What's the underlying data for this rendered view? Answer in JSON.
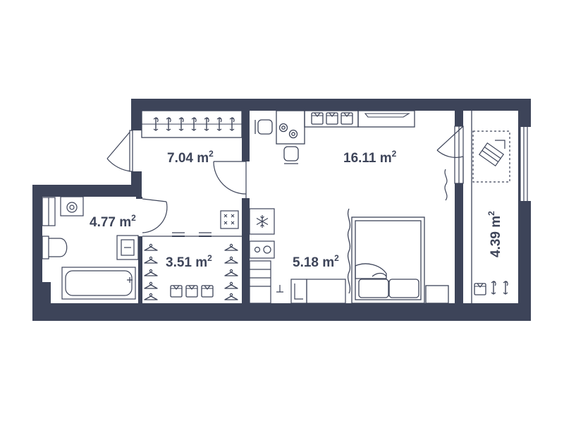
{
  "colors": {
    "wall": "#3d4459",
    "line": "#3d4459",
    "background": "#ffffff"
  },
  "rooms": [
    {
      "id": "hallway",
      "area": "7.04 m",
      "unit_sup": "2"
    },
    {
      "id": "living-room",
      "area": "16.11 m",
      "unit_sup": "2"
    },
    {
      "id": "bathroom",
      "area": "4.77 m",
      "unit_sup": "2"
    },
    {
      "id": "wardrobe",
      "area": "3.51 m",
      "unit_sup": "2"
    },
    {
      "id": "sleeping-area",
      "area": "5.18 m",
      "unit_sup": "2"
    },
    {
      "id": "balcony",
      "area": "4.39 m",
      "unit_sup": "2"
    }
  ],
  "icons": [
    "door-swing-icon",
    "window-icon",
    "hanger-icon",
    "sweater-icon",
    "chair-icon",
    "stove-icon",
    "refrigerator-icon",
    "bed-icon",
    "bathtub-icon",
    "toilet-icon",
    "sink-icon",
    "washing-machine-icon",
    "curtain-icon",
    "laundry-rack-icon",
    "faucet-icon"
  ]
}
